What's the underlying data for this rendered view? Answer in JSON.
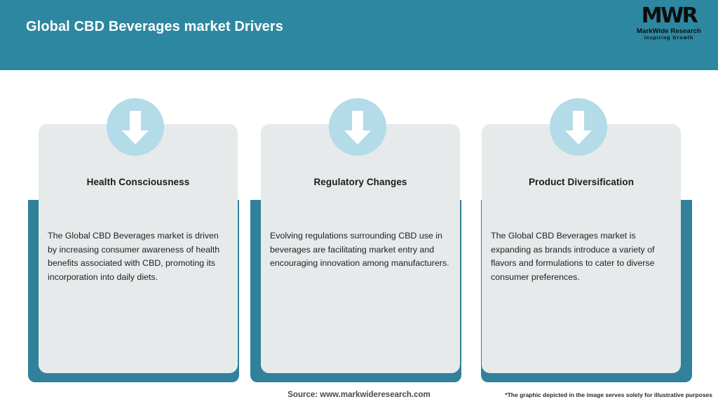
{
  "header": {
    "title": "Global CBD Beverages market Drivers",
    "background_color": "#2e87a0"
  },
  "logo": {
    "mark": "MWR",
    "name": "MarkWide Research",
    "tagline": "Inspiring Growth"
  },
  "cards": [
    {
      "icon": "down-arrow-icon",
      "title": "Health Consciousness",
      "body": "The Global CBD Beverages market is driven by increasing consumer awareness of health benefits associated with CBD, promoting its incorporation into daily diets."
    },
    {
      "icon": "down-arrow-icon",
      "title": "Regulatory Changes",
      "body": "Evolving regulations surrounding CBD use in beverages are facilitating market entry and encouraging innovation among manufacturers."
    },
    {
      "icon": "down-arrow-icon",
      "title": "Product Diversification",
      "body": "The Global CBD Beverages market is expanding as brands introduce a variety of flavors and formulations to cater to diverse consumer preferences."
    }
  ],
  "footer": {
    "source": "Source: www.markwideresearch.com",
    "disclaimer": "*The graphic depicted in the image serves solely for illustrative purposes"
  },
  "colors": {
    "header_teal": "#2e87a0",
    "card_shadow_teal": "#31819b",
    "card_bg": "#e6eaeb",
    "icon_circle": "#b3dbe8",
    "arrow": "#ffffff"
  }
}
